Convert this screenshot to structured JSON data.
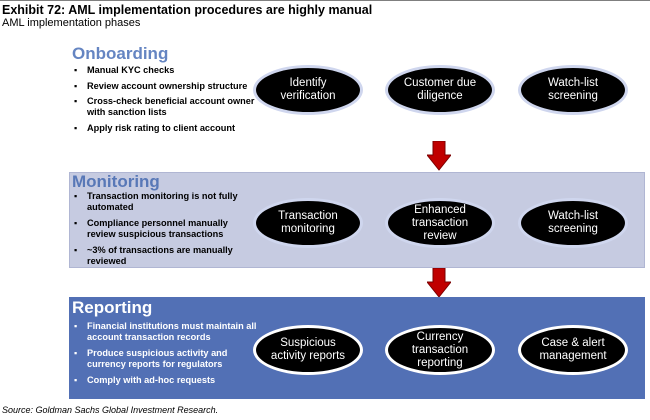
{
  "header": {
    "title": "Exhibit 72: AML implementation procedures are highly manual",
    "subtitle": "AML implementation phases"
  },
  "phases": [
    {
      "title": "Onboarding",
      "bullets": [
        "Manual KYC checks",
        "Review account ownership structure",
        "Cross-check beneficial account owner with sanction lists",
        "Apply risk rating to client account"
      ],
      "steps": [
        "Identify verification",
        "Customer due diligence",
        "Watch-list screening"
      ]
    },
    {
      "title": "Monitoring",
      "bullets": [
        "Transaction monitoring is not fully automated",
        "Compliance personnel manually review suspicious transactions",
        "~3% of transactions are manually reviewed"
      ],
      "steps": [
        "Transaction monitoring",
        "Enhanced transaction review",
        "Watch-list screening"
      ]
    },
    {
      "title": "Reporting",
      "bullets": [
        "Financial institutions must maintain all account transaction records",
        "Produce suspicious activity and currency reports for regulators",
        "Comply with ad-hoc requests"
      ],
      "steps": [
        "Suspicious activity reports",
        "Currency transaction reporting",
        "Case & alert management"
      ]
    }
  ],
  "colors": {
    "onboarding_bg": "#ffffff",
    "monitoring_bg": "#c6cbe1",
    "reporting_bg": "#5270b5",
    "heading_blue": "#6585c2",
    "arrow_red": "#c00000",
    "oval_fill": "#000000"
  },
  "footer": {
    "source": "Source: Goldman Sachs Global Investment Research."
  }
}
